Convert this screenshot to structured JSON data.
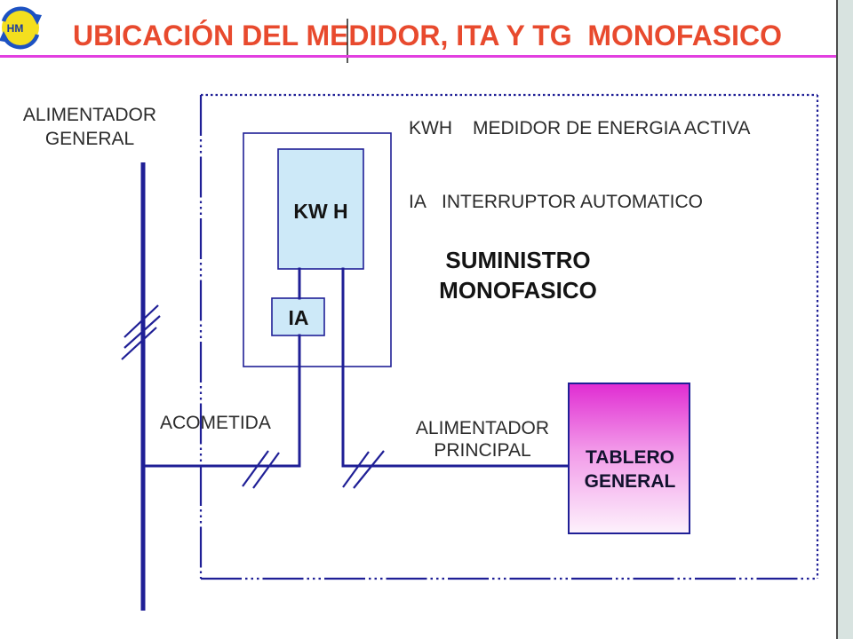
{
  "slide": {
    "title": "UBICACIÓN DEL MEDIDOR, ITA Y TG  MONOFASICO",
    "logo": {
      "text": "HM",
      "icon": "circular-arrows-icon"
    }
  },
  "diagram": {
    "general_feeder_label": [
      "ALIMENTADOR",
      "GENERAL"
    ],
    "meter_box_label": "KW H",
    "breaker_box_label": "IA",
    "legend": [
      {
        "abbr": "KWH",
        "description": "MEDIDOR DE ENERGIA ACTIVA"
      },
      {
        "abbr": "IA",
        "description": "INTERRUPTOR AUTOMATICO"
      }
    ],
    "supply_type_label": [
      "SUMINISTRO",
      "MONOFASICO"
    ],
    "service_drop_label": "ACOMETIDA",
    "main_feeder_label": [
      "ALIMENTADOR",
      "PRINCIPAL"
    ],
    "panel_label": [
      "TABLERO",
      "GENERAL"
    ]
  },
  "colors": {
    "title": "#e84a2e",
    "line": "#1f1f96",
    "header_rule": "#e23fe0",
    "meter_fill": "#cde9f8",
    "panel_fill_top": "#e02cd2",
    "panel_fill_mid": "#f29ae9",
    "panel_fill_bottom": "#fdf2fc",
    "logo_yellow": "#f4df1e",
    "logo_blue": "#1d52c2",
    "text": "#2b2b2b",
    "side_strip": "#d8e3e0"
  }
}
